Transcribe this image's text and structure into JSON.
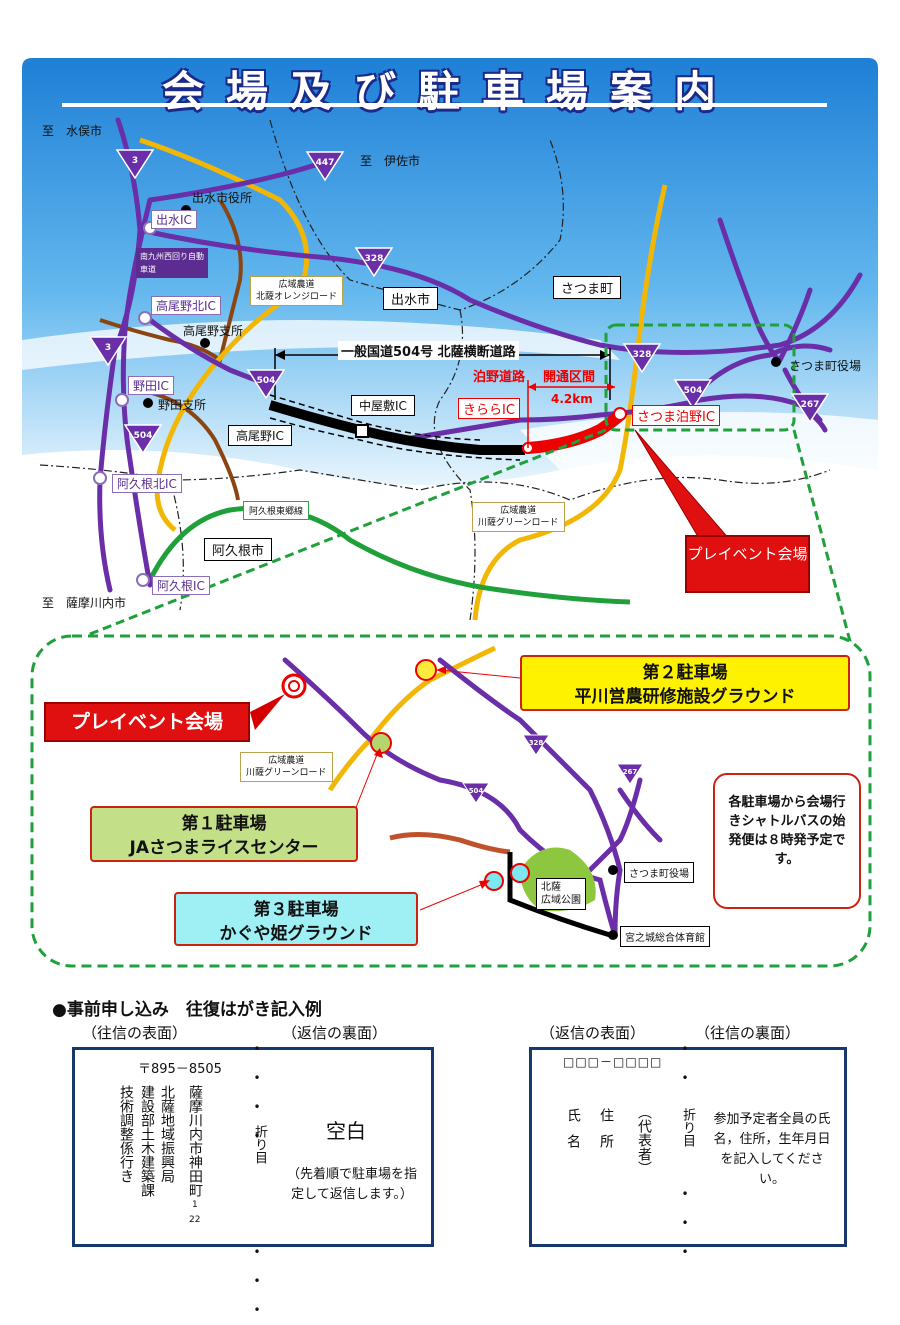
{
  "title": "会場及び駐車場案内",
  "map": {
    "destinations": {
      "minamata": "至　水俣市",
      "isa": "至　伊佐市",
      "satsumasendai": "至　薩摩川内市"
    },
    "route_shields": {
      "r3_top": "3",
      "r447": "447",
      "r328_a": "328",
      "r3_mid": "3",
      "r504_a": "504",
      "r504_b": "504",
      "r328_b": "328",
      "r504_c": "504",
      "r267": "267"
    },
    "places": {
      "izumi_office": "出水市役所",
      "takaono_branch": "高尾野支所",
      "noda_branch": "野田支所",
      "satsuma_office": "さつま町役場",
      "minami_kyushu": "南九州西回り自動車道",
      "izumi_city": "出水市",
      "satsuma_town": "さつま町",
      "akune_city": "阿久根市"
    },
    "ics": {
      "izumi": "出水IC",
      "takaono_kita": "高尾野北IC",
      "noda": "野田IC",
      "akune_kita": "阿久根北IC",
      "akune": "阿久根IC",
      "takaono": "高尾野IC",
      "nakayashiki": "中屋敷IC",
      "kirara": "きららIC",
      "satsuma_tomarino": "さつま泊野IC"
    },
    "roads": {
      "national504": "一般国道504号 北薩横断道路",
      "tomarino": "泊野道路",
      "open_section": "開通区間",
      "distance": "4.2km",
      "orange_road_line1": "広域農道",
      "orange_road_line2": "北薩オレンジロード",
      "green_road_line1": "広域農道",
      "green_road_line2": "川薩グリーンロード",
      "akune_line": "阿久根東郷線"
    },
    "event_venue": "プレイベント会場"
  },
  "inset": {
    "event_venue": "プレイベント会場",
    "shields": {
      "r328": "328",
      "r267": "267",
      "r504": "504"
    },
    "green_road_line1": "広域農道",
    "green_road_line2": "川薩グリーンロード",
    "lot2": {
      "line1": "第２駐車場",
      "line2": "平川営農研修施設グラウンド"
    },
    "lot1": {
      "line1": "第１駐車場",
      "line2": "JAさつまライスセンター"
    },
    "lot3": {
      "line1": "第３駐車場",
      "line2": "かぐや姫グラウンド"
    },
    "park_line1": "北薩",
    "park_line2": "広域公園",
    "satsuma_office": "さつま町役場",
    "gym": "宮之城総合体育館",
    "shuttle_note": "各駐車場から会場行きシャトルバスの始発便は８時発予定です。"
  },
  "postcard": {
    "heading": "●事前申し込み　往復はがき記入例",
    "left_header_front": "（往信の表面）",
    "left_header_back": "（返信の裏面）",
    "right_header_front": "（返信の表面）",
    "right_header_back": "（往信の裏面）",
    "postal_code": "〒895－8505",
    "address": "薩摩川内市神田町",
    "address_num": "1",
    "address_num2": "22",
    "org_line1": "北薩地域振興局",
    "org_line2": "建設部土木建築課",
    "org_line3": "技術調整係行き",
    "fold": "折り目",
    "blank": "空白",
    "blank_note": "（先着順で駐車場を指定して返信します。）",
    "zip_boxes": "□□□－□□□□",
    "addr_label": "住所",
    "name_label": "氏名",
    "rep_label": "（代表者）",
    "instruction": "参加予定者全員の氏名，住所，生年月日を記入してください。"
  }
}
